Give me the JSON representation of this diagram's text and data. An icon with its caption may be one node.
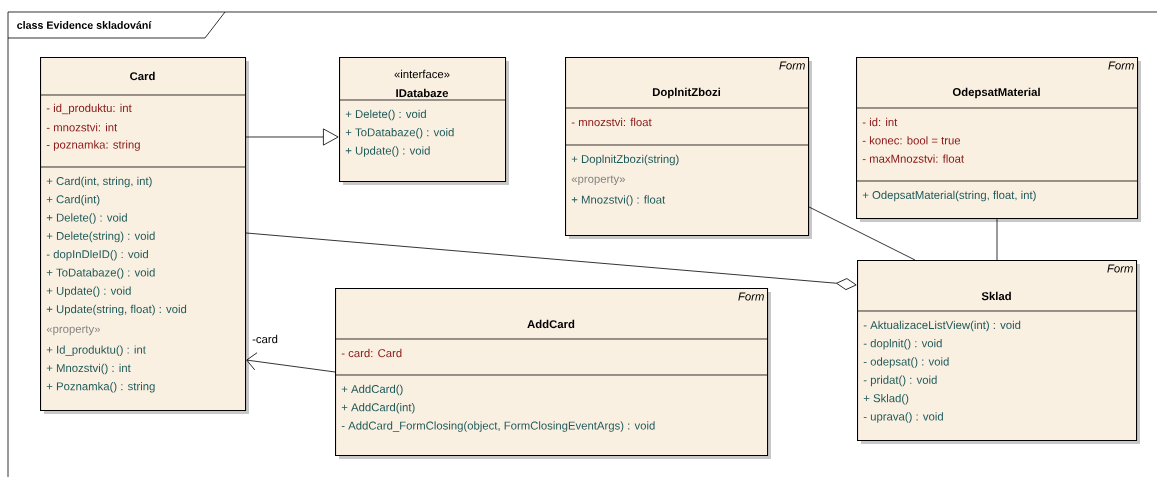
{
  "diagram": {
    "title": "class Evidence skladování",
    "nodes": [
      {
        "text": [
          "Card",
          "- id_produktu: int",
          "- mnozstvi: int",
          "- poznamka: string",
          "+ Card(int, string, int)",
          "+ Card(int)",
          "+ Delete() : void",
          "+ Delete(string) : void",
          "- dopInDleID() : void",
          "+ ToDatabaze() : void",
          "+ Update() : void",
          "+ Update(string, float) : void",
          "«property»",
          "+ Id_produktu() : int",
          "+ Mnozstvi() : int",
          "+ Poznamka() : string"
        ]
      },
      {
        "text": [
          "«interface»",
          "IDatabaze",
          "+ Delete() : void",
          "+ ToDatabaze() : void",
          "+ Update() : void"
        ]
      },
      {
        "text": [
          "Form",
          "DoplnitZbozi",
          "- mnozstvi: float",
          "+ DoplnitZbozi(string)",
          "«property»",
          "+ Mnozstvi() : float"
        ]
      },
      {
        "text": [
          "Form",
          "OdepsatMaterial",
          "- id: int",
          "- konec: bool = true",
          "- maxMnozstvi: float",
          "+ OdepsatMaterial(string, float, int)"
        ]
      },
      {
        "text": [
          "Form",
          "AddCard",
          "- card: Card",
          "+ AddCard()",
          "+ AddCard(int)",
          "- AddCard_FormClosing(object, FormClosingEventArgs) : void"
        ]
      },
      {
        "text": [
          "Form",
          "Sklad",
          "- AktualizaceListView(int) : void",
          "- doplnit() : void",
          "- odepsat() : void",
          "- pridat() : void",
          "+ Sklad()",
          "- uprava() : void"
        ]
      }
    ],
    "edges": [
      {
        "from": 0,
        "to": 1,
        "arrow": "to"
      },
      {
        "from": 0,
        "to": 5,
        "arrow": "other"
      },
      {
        "from": 4,
        "to": 0,
        "arrow": "to",
        "label": "-card"
      },
      {
        "from": 2,
        "to": 5,
        "arrow": "none"
      },
      {
        "from": 3,
        "to": 5,
        "arrow": "none"
      }
    ]
  }
}
